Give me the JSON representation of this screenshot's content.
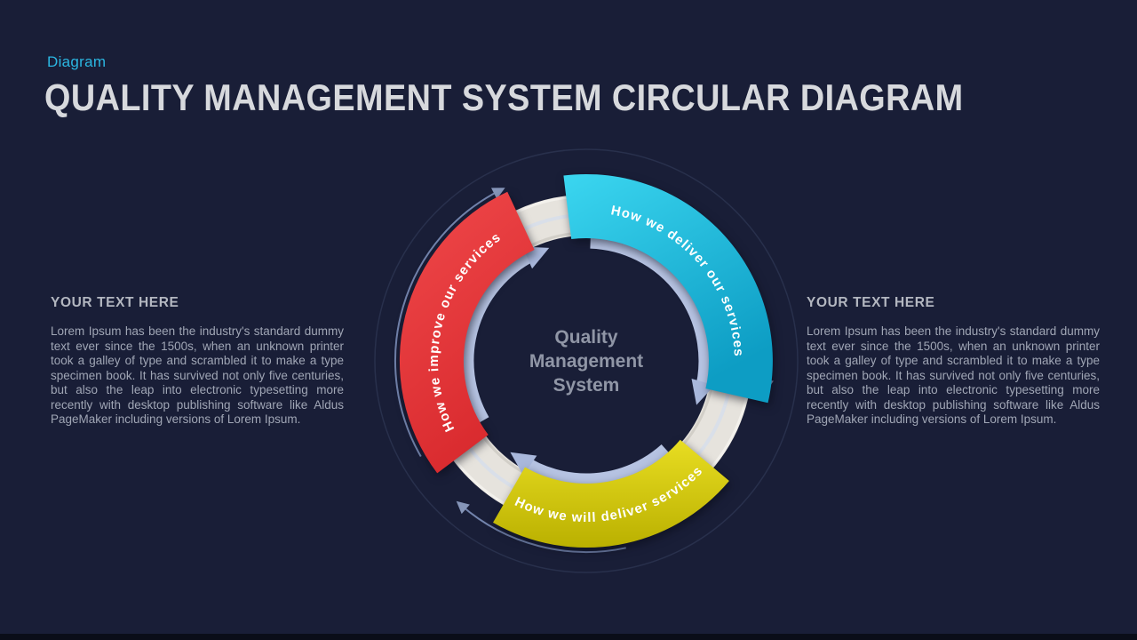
{
  "slide": {
    "eyebrow": "Diagram",
    "title": "QUALITY MANAGEMENT SYSTEM CIRCULAR DIAGRAM"
  },
  "panels": {
    "left": {
      "heading": "YOUR TEXT HERE",
      "body": "Lorem Ipsum has been the industry's standard dummy text ever since the 1500s, when an unknown printer took a galley of type and scrambled it to make a type specimen book. It has survived not only five centuries, but also the leap into electronic typesetting more recently with desktop publishing software like Aldus PageMaker including versions of Lorem Ipsum."
    },
    "right": {
      "heading": "YOUR TEXT HERE",
      "body": "Lorem Ipsum has been the industry's standard dummy text ever since the 1500s, when an unknown printer took a galley of type and scrambled it to make a type specimen book. It has survived not only five centuries, but also the leap into electronic typesetting more recently with desktop publishing software like Aldus PageMaker including versions of Lorem Ipsum."
    }
  },
  "diagram": {
    "center_label": "Quality\nManagement\nSystem",
    "segments": [
      {
        "label": "How we improve our services",
        "color": "#e9393c"
      },
      {
        "label": "How we deliver our services",
        "color": "#1fc4e8"
      },
      {
        "label": "How we will deliver services",
        "color": "#d7ce16"
      }
    ]
  },
  "colors": {
    "background": "#191e37",
    "accent_cyan": "#2bb7e2",
    "title_text": "#d7d9dd",
    "body_text": "#a0a6b5",
    "ring": "#e6e3dd",
    "inner_arrow": "#b6c3e2",
    "outer_arrow": "#7d90ba"
  }
}
